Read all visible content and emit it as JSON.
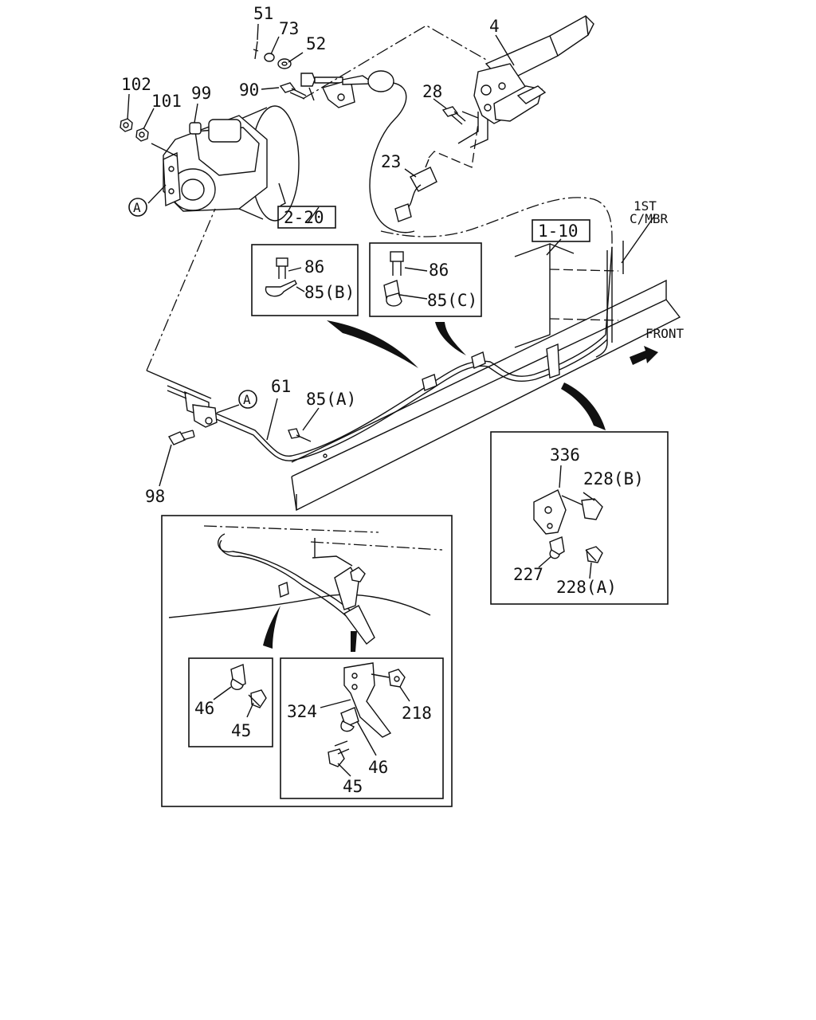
{
  "callouts": {
    "c51": "51",
    "c73": "73",
    "c52": "52",
    "c90": "90",
    "c4": "4",
    "c102": "102",
    "c101": "101",
    "c99": "99",
    "c28": "28",
    "c23": "23",
    "cA1": "A",
    "ref220": "2-20",
    "ref110": "1-10",
    "c86a": "86",
    "c85b": "85(B)",
    "c86b": "86",
    "c85c": "85(C)",
    "c61": "61",
    "cA2": "A",
    "c85a": "85(A)",
    "c98": "98",
    "c336": "336",
    "c228b": "228(B)",
    "c227": "227",
    "c228a": "228(A)",
    "c46a": "46",
    "c45a": "45",
    "c324": "324",
    "c218": "218",
    "c46b": "46",
    "c45b": "45"
  },
  "notes": {
    "first_crossmember_line1": "1ST",
    "first_crossmember_line2": "C/MBR",
    "front": "FRONT"
  }
}
